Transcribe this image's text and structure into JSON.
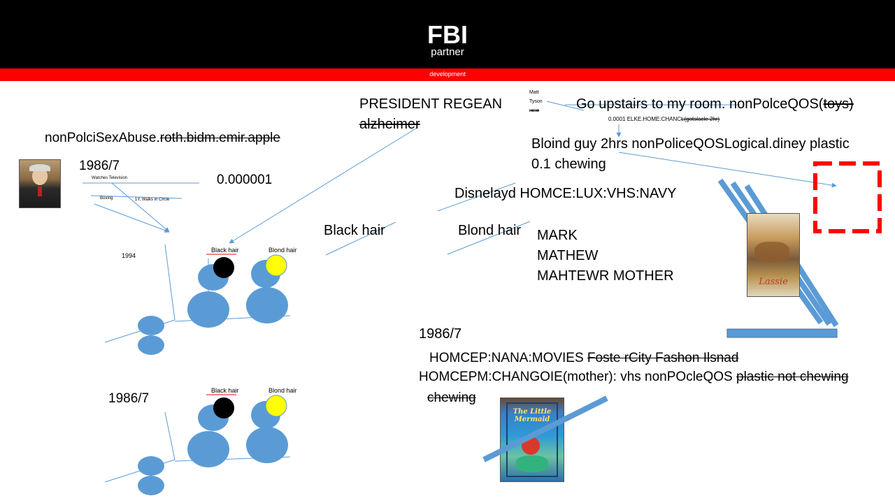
{
  "header": {
    "title": "FBI",
    "subtitle": "partner",
    "band_text": "development"
  },
  "left": {
    "abuse_prefix": "nonPolciSexAbuse.",
    "abuse_strike": "roth.bidm.emir.apple",
    "date_top": "1986/7",
    "value": "0.000001",
    "watches_tv": "Watches Television",
    "boxing": "Boxing",
    "walks": "1Y, Walks in Circle",
    "year_1994": "1994",
    "date_bottom": "1986/7"
  },
  "tree_top": {
    "black_hair": "Black hair",
    "blond_hair": "Blond hair"
  },
  "tree_bottom": {
    "black_hair": "Black hair",
    "blond_hair": "Blond hair"
  },
  "middle": {
    "president": "PRESIDENT REGEAN",
    "alzheimer": "alzheimer",
    "black_hair": "Black hair",
    "blond_hair": "Blond hair",
    "disneyland": "Disnelayd HOMCE:LUX:VHS:NAVY"
  },
  "right": {
    "matt": "Matt",
    "tyson": "Tyson",
    "rene": "rene",
    "upstairs_main": "Go upstairs to my room. nonPolceQOS(",
    "upstairs_strike": "toys)",
    "chance_main": "0.0001 ELKE.HOME:CHANC",
    "chance_strike": "L(gotslacle 2hr)",
    "blond_guy_line1": "Bloind guy 2hrs nonPoliceQOSLogical.diney plastic",
    "blond_guy_line2": "0.1 chewing",
    "names": [
      "MARK",
      "MATHEW",
      "MAHTEWR MOTHER"
    ]
  },
  "lower": {
    "date": "1986/7",
    "movies_main": "HOMCEP:NANA:MOVIES ",
    "movies_strike": "Foste rCity Fashon Ilsnad",
    "change_main": "HOMCEPM:CHANGOIE(mother): vhs nonPOcleQOS ",
    "change_strike": "plastic not chewing",
    "chewing_strike": "chewing"
  },
  "posters": {
    "lassie_title": "Lassie",
    "mermaid_title": "The Little Mermaid"
  },
  "colors": {
    "header_bg": "#000000",
    "band": "#ff0000",
    "circle_blue": "#5b9bd5",
    "black_circle": "#000000",
    "yellow_circle": "#ffff00",
    "dashed_box": "#ff0000"
  }
}
